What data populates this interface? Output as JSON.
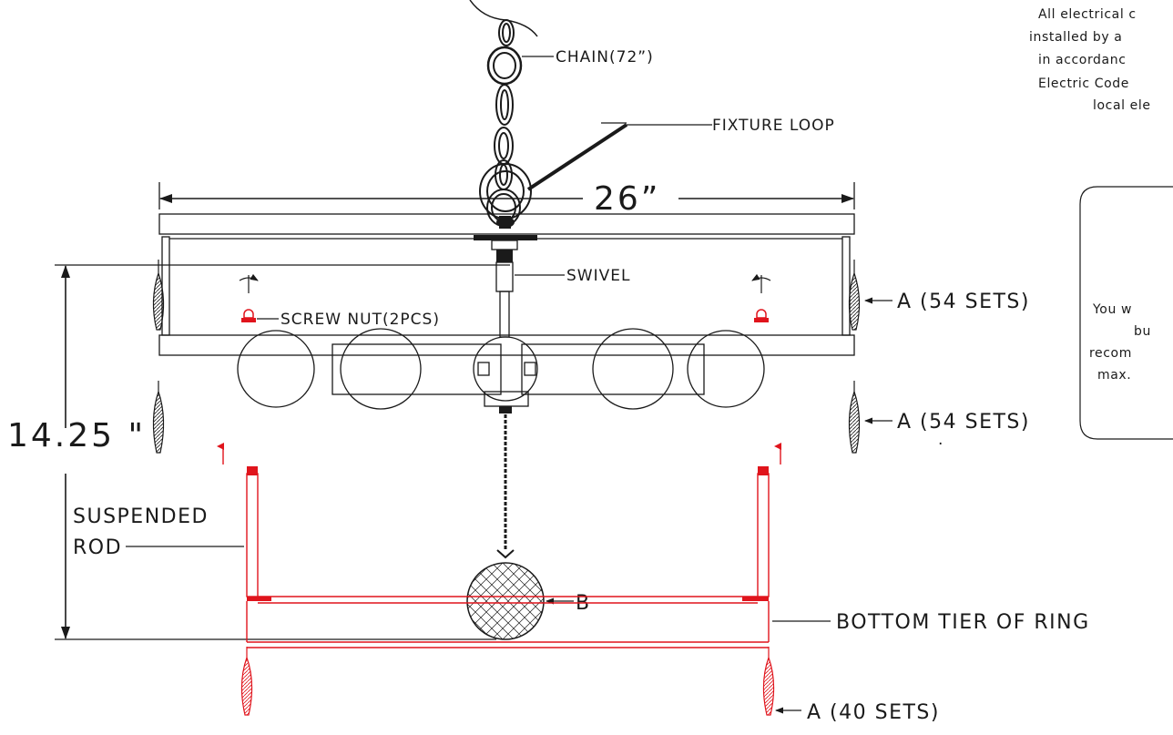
{
  "labels": {
    "chain": "CHAIN(72”)",
    "fixture_loop": "FIXTURE LOOP",
    "width_dim": "26”",
    "height_dim": "14.25 \"",
    "swivel": "SWIVEL",
    "screw_nut": "SCREW NUT(2PCS)",
    "a_top": "A (54 SETS)",
    "a_mid": "A (54 SETS)",
    "suspended": "SUSPENDED",
    "rod": "ROD",
    "b": "B",
    "bottom_tier": "BOTTOM TIER OF RING",
    "a_bottom": "A (40 SETS)",
    "dot": "."
  },
  "notes": {
    "electrical": [
      "All electrical c",
      "installed by a",
      "in accordanc",
      "Electric Code",
      "local ele"
    ],
    "bulb": [
      "You w",
      "bu",
      "recom",
      "max."
    ]
  },
  "colors": {
    "ink": "#1a1a1a",
    "accent_red": "#e0141c",
    "background": "#ffffff"
  }
}
